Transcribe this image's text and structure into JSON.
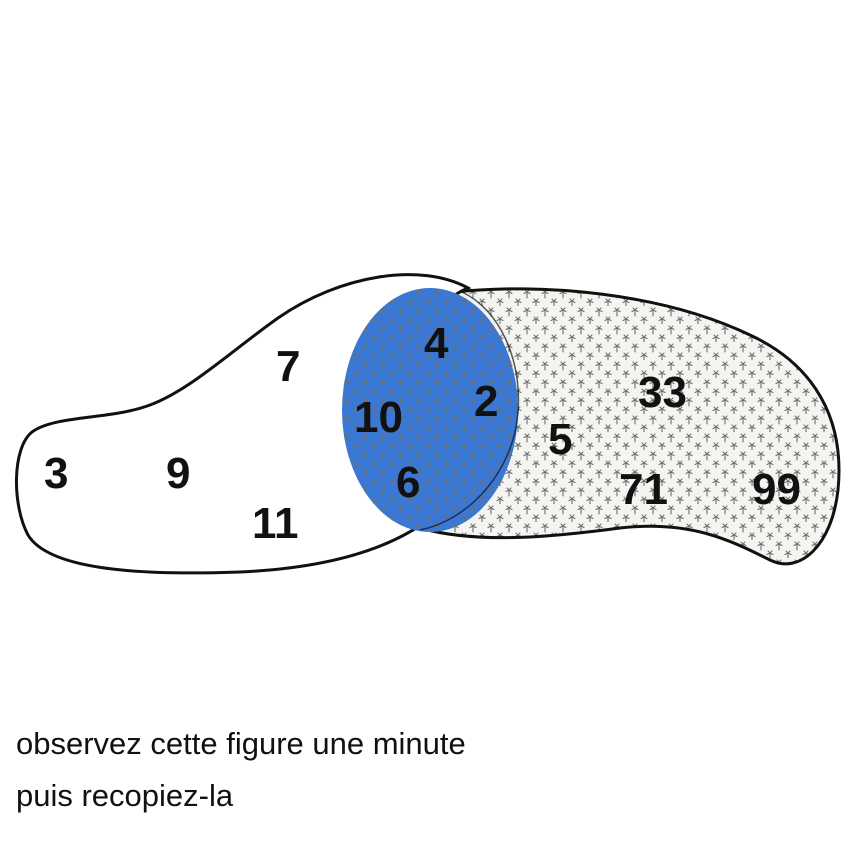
{
  "diagram": {
    "colors": {
      "outline": "#111111",
      "intersection_fill": "#3a78d6",
      "palm_region_fill": "#f4f4f1",
      "palm_pattern": "#6e6e6e",
      "plain_region_fill": "#ffffff"
    },
    "pattern_icon": "palm-tree-icon",
    "regions": [
      {
        "id": "left",
        "fill": "plain",
        "numbers": [
          "3",
          "9",
          "7",
          "11"
        ]
      },
      {
        "id": "intersection",
        "fill": "blue-with-palms",
        "numbers": [
          "4",
          "10",
          "2",
          "6"
        ]
      },
      {
        "id": "right",
        "fill": "palms",
        "numbers": [
          "5",
          "33",
          "71",
          "99"
        ]
      }
    ],
    "labels": {
      "n3": "3",
      "n9": "9",
      "n7": "7",
      "n11": "11",
      "n4": "4",
      "n10": "10",
      "n2": "2",
      "n6": "6",
      "n5": "5",
      "n33": "33",
      "n71": "71",
      "n99": "99"
    }
  },
  "instructions": {
    "line1": "observez cette figure une minute",
    "line2": "puis recopiez-la"
  }
}
